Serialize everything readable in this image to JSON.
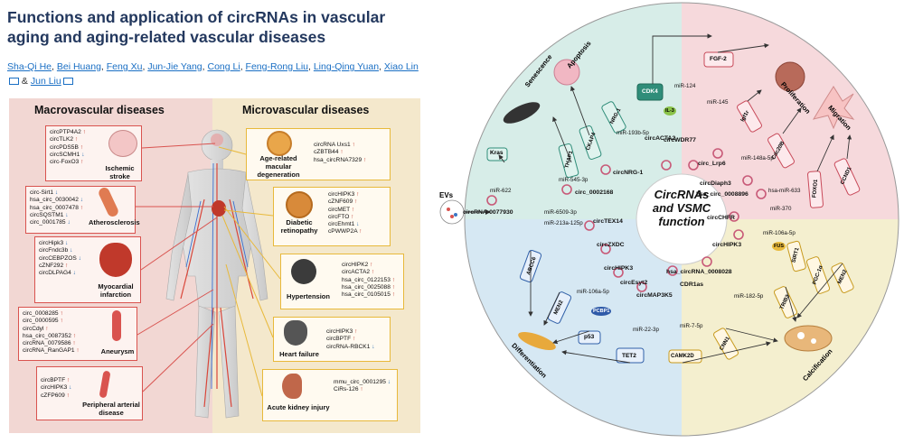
{
  "paper": {
    "title": "Functions and application of circRNAs in vascular aging and aging-related vascular diseases",
    "authors": [
      "Sha-Qi He",
      "Bei Huang",
      "Feng Xu",
      "Jun-Jie Yang",
      "Cong Li",
      "Feng-Rong Liu",
      "Ling-Qing Yuan",
      "Xiao Lin",
      "&",
      "Jun Liu"
    ]
  },
  "left_panel": {
    "macro_header": "Macrovascular diseases",
    "micro_header": "Microvascular diseases",
    "macro_boxes": [
      {
        "label": "Ischemic stroke",
        "genes": [
          [
            "circPTP4A2",
            "up"
          ],
          [
            "circTLK2",
            "up"
          ],
          [
            "circPDS5B",
            "up"
          ],
          [
            "circSCMH1",
            "dn"
          ],
          [
            "circ-FoxO3",
            "up"
          ]
        ]
      },
      {
        "label": "Atherosclerosis",
        "genes": [
          [
            "circ-Sirt1",
            "dn"
          ],
          [
            "hsa_circ_0030042",
            "dn"
          ],
          [
            "hsa_circ_0007478",
            "up"
          ],
          [
            "circSQSTM1",
            "dn"
          ],
          [
            "circ_0001785",
            "dn"
          ]
        ]
      },
      {
        "label": "Myocardial infarction",
        "genes": [
          [
            "circHipk3",
            "dn"
          ],
          [
            "circFndc3b",
            "dn"
          ],
          [
            "circCEBPZOS",
            "dn"
          ],
          [
            "cZNF292",
            "up"
          ],
          [
            "circDLPAG4",
            "dn"
          ]
        ]
      },
      {
        "label": "Aneurysm",
        "genes": [
          [
            "circ_0008285",
            "up"
          ],
          [
            "circ_0000595",
            "up"
          ],
          [
            "circCdyl",
            "up"
          ],
          [
            "hsa_circ_0087352",
            "up"
          ],
          [
            "circRNA_0079586",
            "up"
          ],
          [
            "circRNA_RanGAP1",
            "up"
          ]
        ]
      },
      {
        "label": "Peripheral arterial disease",
        "genes": [
          [
            "circBPTF",
            "up"
          ],
          [
            "circHIPK3",
            "dn"
          ],
          [
            "cZFP609",
            "up"
          ]
        ]
      }
    ],
    "micro_boxes": [
      {
        "label": "Age-related macular degeneration",
        "genes": [
          [
            "circRNA Uxs1",
            "up"
          ],
          [
            "cZBTB44",
            "up"
          ],
          [
            "hsa_circRNA7329",
            "up"
          ]
        ]
      },
      {
        "label": "Diabetic retinopathy",
        "genes": [
          [
            "circHIPK3",
            "up"
          ],
          [
            "cZNF609",
            "up"
          ],
          [
            "circMET",
            "up"
          ],
          [
            "circFTO",
            "up"
          ],
          [
            "circEhmt1",
            "dn"
          ],
          [
            "cPWWP2A",
            "up"
          ]
        ]
      },
      {
        "label": "Hypertension",
        "genes": [
          [
            "circHIPK2",
            "up"
          ],
          [
            "circACTA2",
            "up"
          ],
          [
            "hsa_circ_0122153",
            "up"
          ],
          [
            "hsa_circ_0025088",
            "up"
          ],
          [
            "hsa_circ_0105015",
            "up"
          ]
        ]
      },
      {
        "label": "Heart failure",
        "genes": [
          [
            "circHIPK3",
            "up"
          ],
          [
            "circBPTF",
            "up"
          ],
          [
            "circRNA-RBCK1",
            "dn"
          ]
        ]
      },
      {
        "label": "Acute kidney injury",
        "genes": [
          [
            "mmu_circ_0001295",
            "dn"
          ],
          [
            "CiRs-126",
            "up"
          ]
        ]
      }
    ]
  },
  "diagram": {
    "center_line1": "CircRNAs",
    "center_line2": "and VSMC",
    "center_line3": "function",
    "evs": "EVs",
    "sectors": {
      "senescence": "Senescence",
      "apoptosis": "Apoptosis",
      "proliferation": "Proliferation",
      "migration": "Migration",
      "differentiation": "Differentiation",
      "calcification": "Calcification"
    },
    "circrnas": [
      "circRNA-0077930",
      "circ_0002168",
      "circNRG-1",
      "circACTA2",
      "circWDR77",
      "circ_Lrp6",
      "circDiaph3",
      "hsa_circ_0008896",
      "circCHFR",
      "circHIPK3",
      "hsa_circRNA_0008028",
      "CDR1as",
      "circMAP3K5",
      "circEsyt2",
      "circHIPK3",
      "circZXDC",
      "circTEX14"
    ],
    "mirnas": [
      "miR-622",
      "miR-545-3p",
      "miR-193b-5p",
      "miR-124",
      "miR-145",
      "miR-148a-5p",
      "hsa-miR-633",
      "miR-370",
      "miR-106a-5p",
      "miR-182-5p",
      "miR-7-5p",
      "miR-22-3p",
      "miR-106a-5p",
      "miR-6509-3p",
      "miR-213a-125p"
    ],
    "targets": [
      "Kras",
      "THAP1",
      "CKAP4",
      "NRG-1",
      "CDK4",
      "IL-3",
      "FGF-2",
      "Igf1r",
      "Cdc20B",
      "FOXO1",
      "CCND1",
      "SIRT1",
      "PGC-1α",
      "MEN2",
      "FUS",
      "TRIB3",
      "CNN1",
      "CAMK2D",
      "TET2",
      "p53",
      "PCBP1",
      "MEN2",
      "ABCC6"
    ]
  }
}
